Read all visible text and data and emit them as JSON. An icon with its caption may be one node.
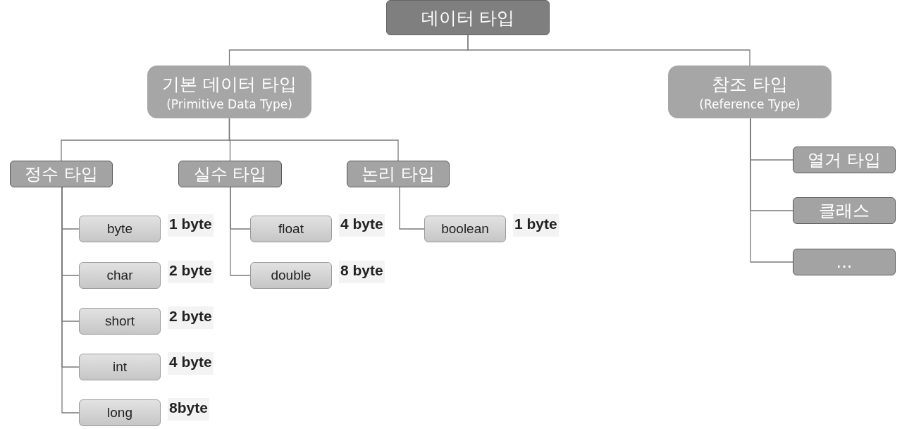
{
  "diagram": {
    "nodes": [
      {
        "text": [
          "데이터 타입"
        ]
      },
      {
        "text": [
          "기본 데이터 타입",
          "(Primitive Data Type)"
        ]
      },
      {
        "text": [
          "참조 타입",
          "(Reference Type)"
        ]
      },
      {
        "text": [
          "정수 타입"
        ]
      },
      {
        "text": [
          "실수 타입"
        ]
      },
      {
        "text": [
          "논리 타입"
        ]
      },
      {
        "text": [
          "byte"
        ],
        "beside": [
          "1 byte"
        ]
      },
      {
        "text": [
          "char"
        ],
        "beside": [
          "2 byte"
        ]
      },
      {
        "text": [
          "short"
        ],
        "beside": [
          "2 byte"
        ]
      },
      {
        "text": [
          "int"
        ],
        "beside": [
          "4 byte"
        ]
      },
      {
        "text": [
          "long"
        ],
        "beside": [
          "8byte"
        ]
      },
      {
        "text": [
          "float"
        ],
        "beside": [
          "4 byte"
        ]
      },
      {
        "text": [
          "double"
        ],
        "beside": [
          "8 byte"
        ]
      },
      {
        "text": [
          "boolean"
        ],
        "beside": [
          "1 byte"
        ]
      },
      {
        "text": [
          "열거 타입"
        ]
      },
      {
        "text": [
          "클래스"
        ]
      },
      {
        "text": [
          "..."
        ]
      }
    ],
    "edges": [
      {
        "from": 0,
        "to": 1,
        "arrow": "none"
      },
      {
        "from": 0,
        "to": 2,
        "arrow": "none"
      },
      {
        "from": 1,
        "to": 3,
        "arrow": "none"
      },
      {
        "from": 1,
        "to": 4,
        "arrow": "none"
      },
      {
        "from": 1,
        "to": 5,
        "arrow": "none"
      },
      {
        "from": 3,
        "to": 6,
        "arrow": "none"
      },
      {
        "from": 3,
        "to": 7,
        "arrow": "none"
      },
      {
        "from": 3,
        "to": 8,
        "arrow": "none"
      },
      {
        "from": 3,
        "to": 9,
        "arrow": "none"
      },
      {
        "from": 3,
        "to": 10,
        "arrow": "none"
      },
      {
        "from": 4,
        "to": 11,
        "arrow": "none"
      },
      {
        "from": 4,
        "to": 12,
        "arrow": "none"
      },
      {
        "from": 5,
        "to": 13,
        "arrow": "none"
      },
      {
        "from": 2,
        "to": 14,
        "arrow": "none"
      },
      {
        "from": 2,
        "to": 15,
        "arrow": "none"
      },
      {
        "from": 2,
        "to": 16,
        "arrow": "none"
      }
    ]
  }
}
